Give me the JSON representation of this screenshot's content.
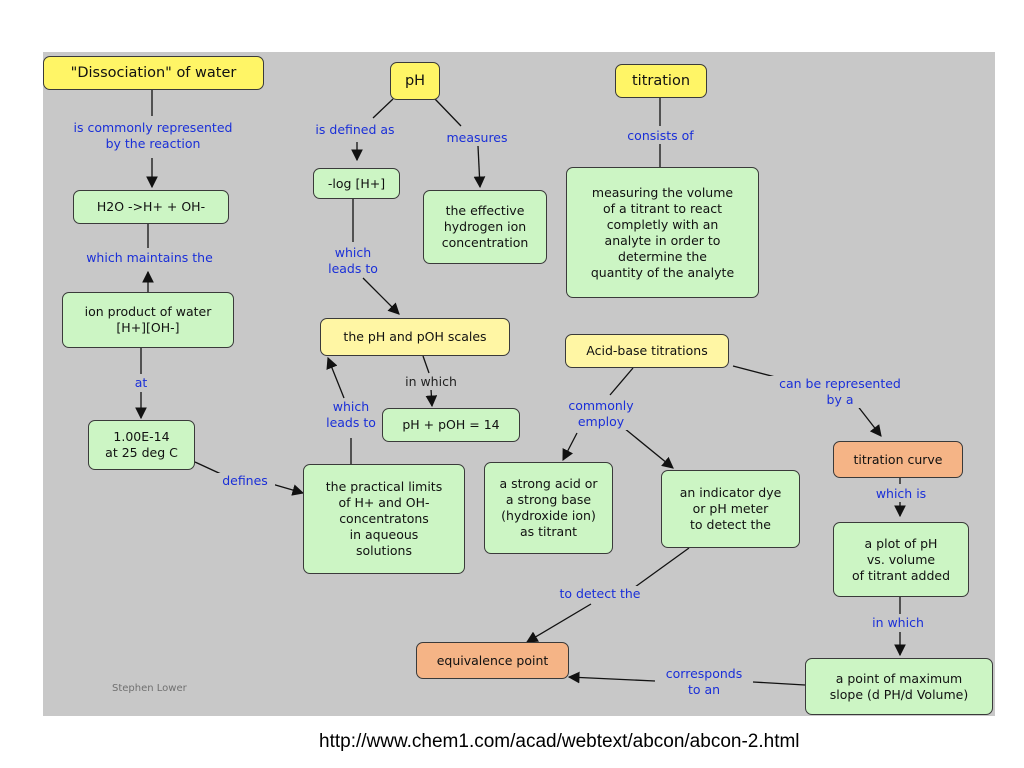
{
  "nodes": {
    "dissociation": "\"Dissociation\" of water",
    "ph": "pH",
    "titration": "titration",
    "h2o_reaction": "H2O ->H+ + OH-",
    "neg_log": "-log [H+]",
    "effective_hydrogen": "the effective\nhydrogen ion\nconcentration",
    "measuring_volume": "measuring the volume\nof a titrant to react\ncompletly with an\nanalyte in order to\ndetermine the\nquantity of the analyte",
    "ion_product": "ion product of water\n[H+][OH-]",
    "ph_poh_scales": "the pH and pOH scales",
    "acid_base_titrations": "Acid-base titrations",
    "kw_value": "1.00E-14\nat 25 deg C",
    "ph_poh_sum": "pH + pOH = 14",
    "titration_curve": "titration curve",
    "practical_limits": "the practical limits\nof H+ and OH-\nconcentratons\nin aqueous\nsolutions",
    "strong_acid": "a strong acid or\na strong base\n(hydroxide ion)\nas titrant",
    "indicator_dye": "an indicator dye\nor pH meter\nto detect the",
    "plot_ph": "a plot of pH\nvs. volume\nof titrant added",
    "equivalence_point": "equivalence point",
    "max_slope": "a point of maximum\nslope (d PH/d Volume)"
  },
  "links": {
    "commonly_represented": "is commonly represented\nby the reaction",
    "is_defined_as": "is defined as",
    "measures": "measures",
    "consists_of": "consists of",
    "which_maintains": "which maintains the",
    "which_leads_to_1": "which\nleads to",
    "at": "at",
    "in_which_1": "in which",
    "which_leads_to_2": "which\nleads to",
    "commonly_employ": "commonly\nemploy",
    "can_be_represented": "can be represented\nby a",
    "defines": "defines",
    "which_is": "which is",
    "to_detect_the": "to detect the",
    "in_which_2": "in which",
    "corresponds_to_an": "corresponds\nto an"
  },
  "credit": "Stephen Lower",
  "source_url": "http://www.chem1.com/acad/webtext/abcon/abcon-2.html"
}
